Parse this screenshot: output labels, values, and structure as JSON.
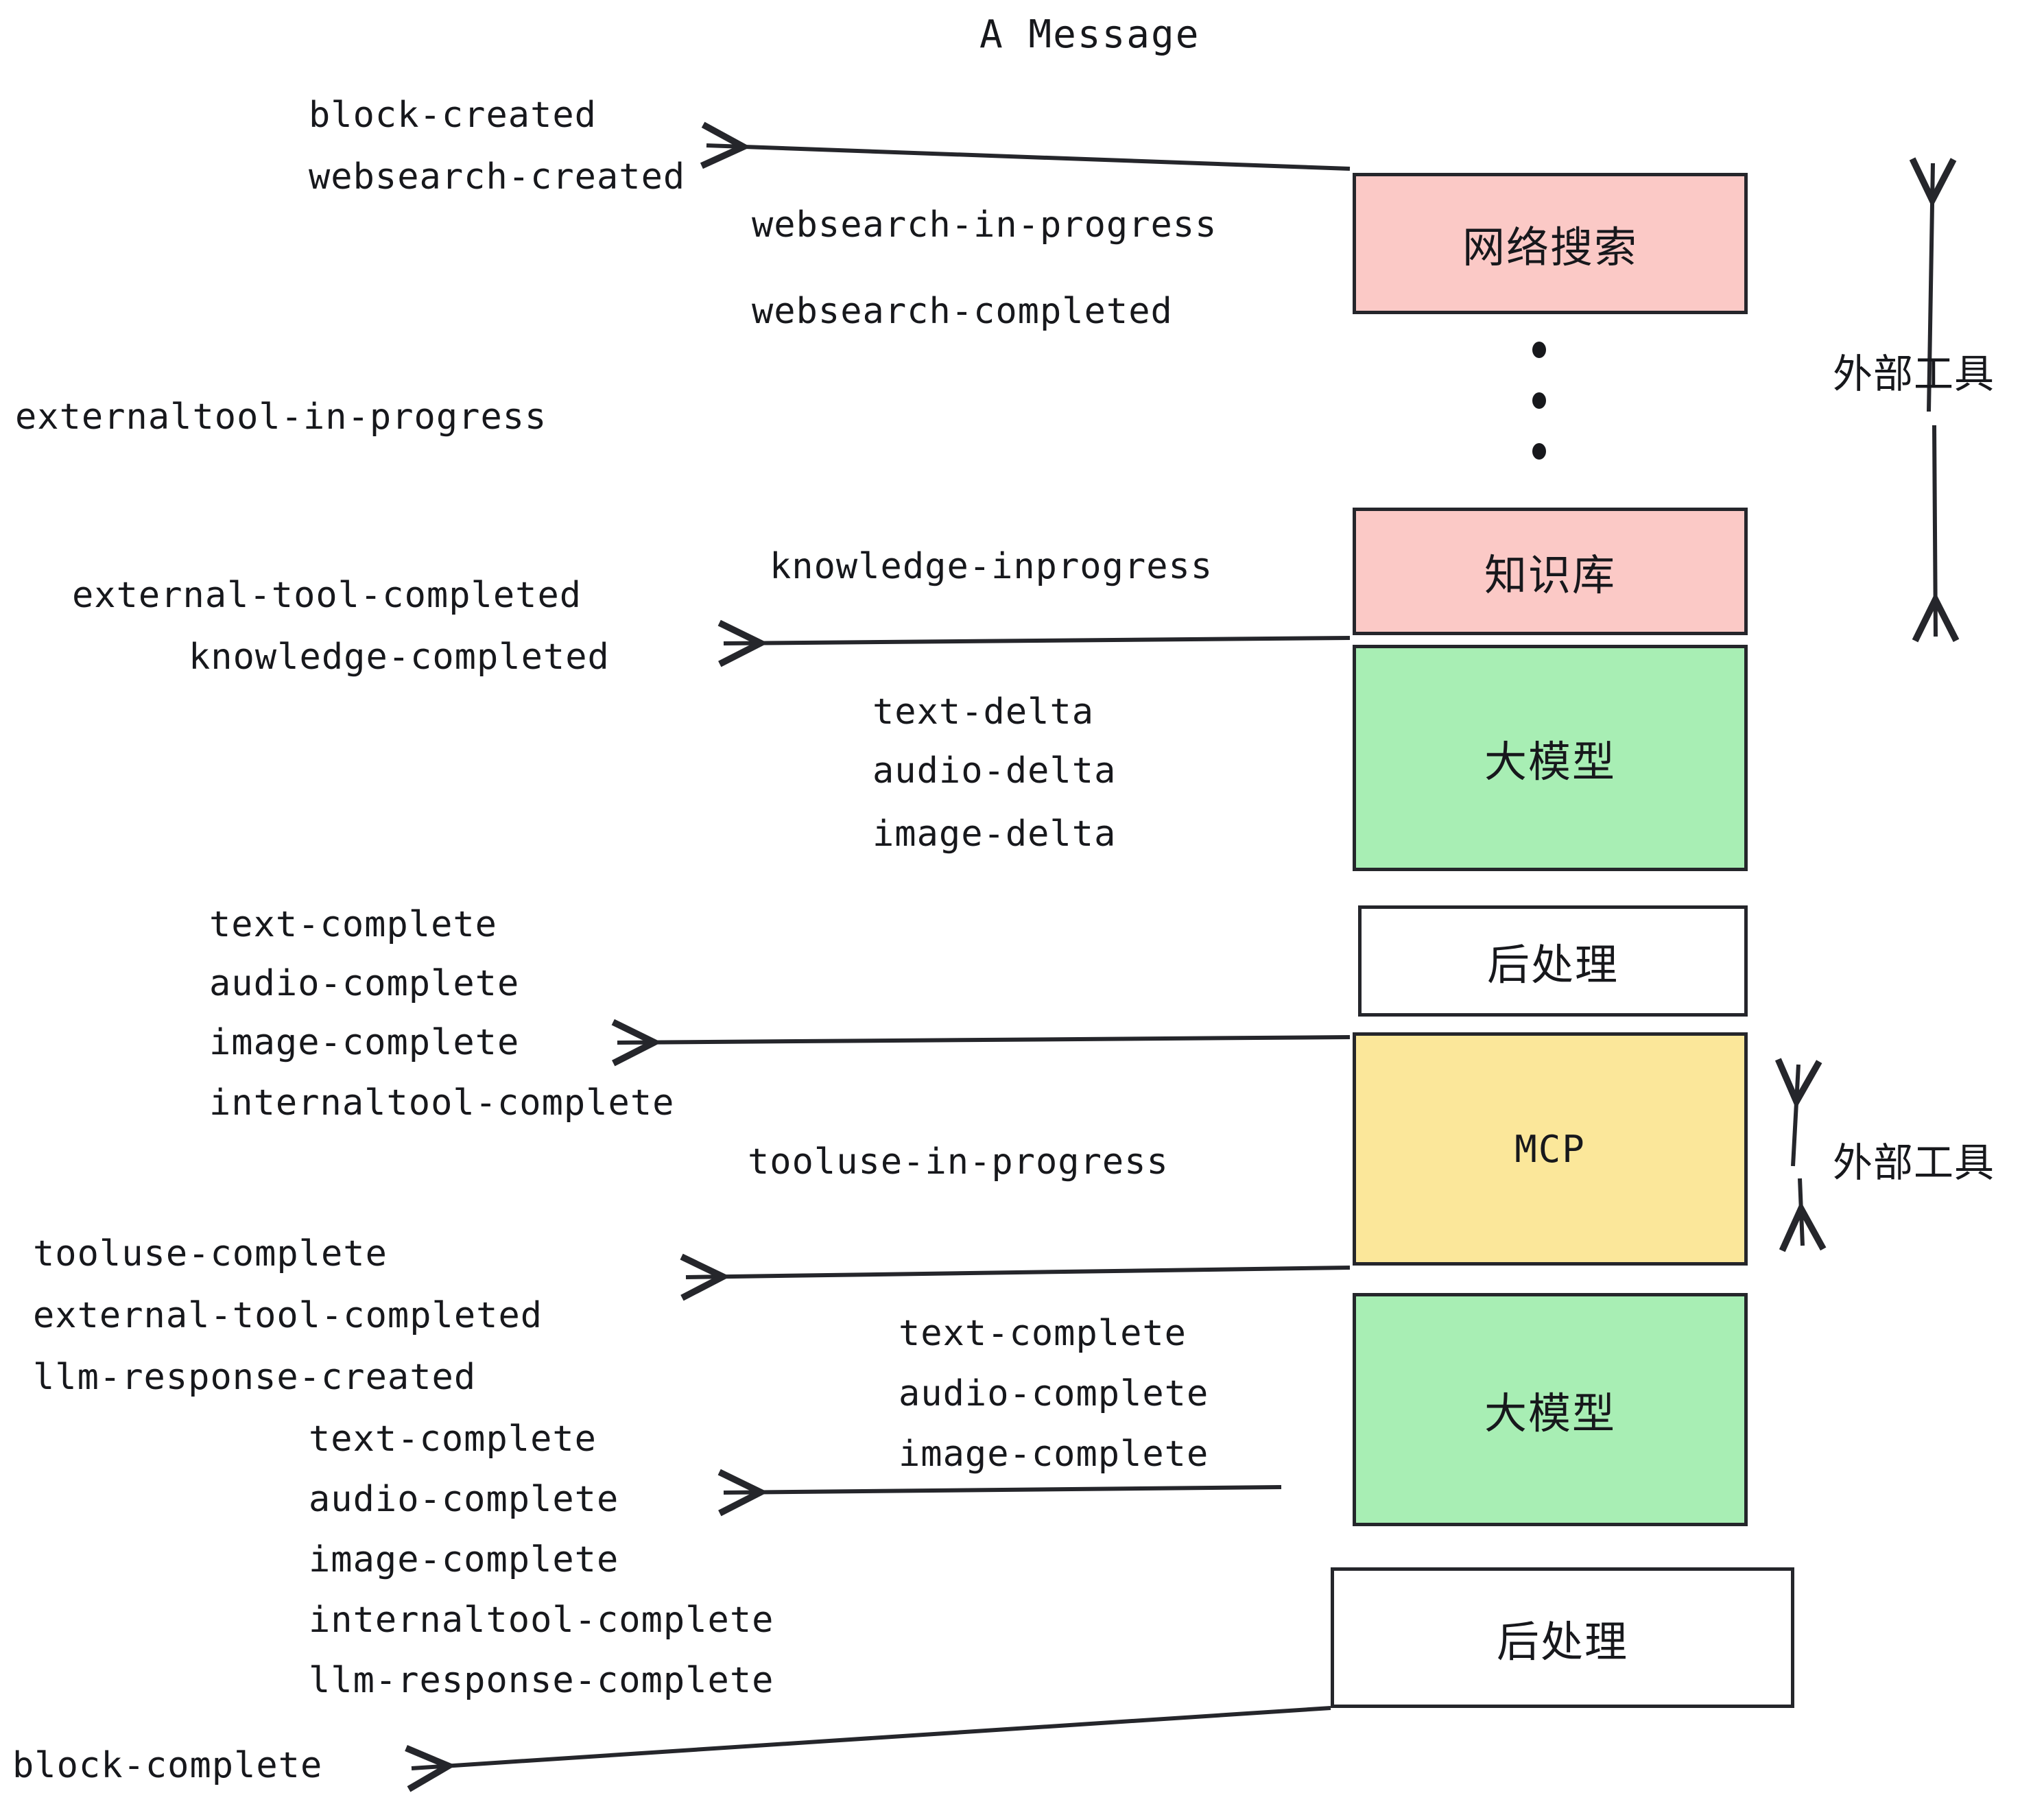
{
  "title": "A Message",
  "boxes": [
    {
      "label": "网络搜索",
      "color": "#fbc9c6",
      "kind": "cjk"
    },
    {
      "label": "知识库",
      "color": "#fbc9c6",
      "kind": "cjk"
    },
    {
      "label": "大模型",
      "color": "#a8eeb4",
      "kind": "cjk"
    },
    {
      "label": "后处理",
      "color": "#ffffff",
      "kind": "cjk"
    },
    {
      "label": "MCP",
      "color": "#fbe79a",
      "kind": "mono"
    },
    {
      "label": "大模型",
      "color": "#a8eeb4",
      "kind": "cjk"
    },
    {
      "label": "后处理",
      "color": "#ffffff",
      "kind": "cjk"
    }
  ],
  "side_labels": [
    {
      "text": "外部工具"
    },
    {
      "text": "外部工具"
    }
  ],
  "events": [
    {
      "text": "block-created"
    },
    {
      "text": "websearch-created"
    },
    {
      "text": "websearch-in-progress"
    },
    {
      "text": "websearch-completed"
    },
    {
      "text": "externaltool-in-progress"
    },
    {
      "text": "knowledge-inprogress"
    },
    {
      "text": "external-tool-completed"
    },
    {
      "text": "knowledge-completed"
    },
    {
      "text": "text-delta"
    },
    {
      "text": "audio-delta"
    },
    {
      "text": "image-delta"
    },
    {
      "text": "text-complete"
    },
    {
      "text": "audio-complete"
    },
    {
      "text": "image-complete"
    },
    {
      "text": "internaltool-complete"
    },
    {
      "text": "tooluse-in-progress"
    },
    {
      "text": "tooluse-complete"
    },
    {
      "text": "external-tool-completed"
    },
    {
      "text": "llm-response-created"
    },
    {
      "text": "text-complete"
    },
    {
      "text": "audio-complete"
    },
    {
      "text": "image-complete"
    },
    {
      "text": "internaltool-complete"
    },
    {
      "text": "llm-response-complete"
    },
    {
      "text": "block-complete"
    }
  ],
  "colors": {
    "stroke": "#25262b",
    "text": "#17181c",
    "external_tool_fill": "#fbc9c6",
    "model_fill": "#a8eeb4",
    "mcp_fill": "#fbe79a",
    "postprocess_fill": "#ffffff"
  }
}
